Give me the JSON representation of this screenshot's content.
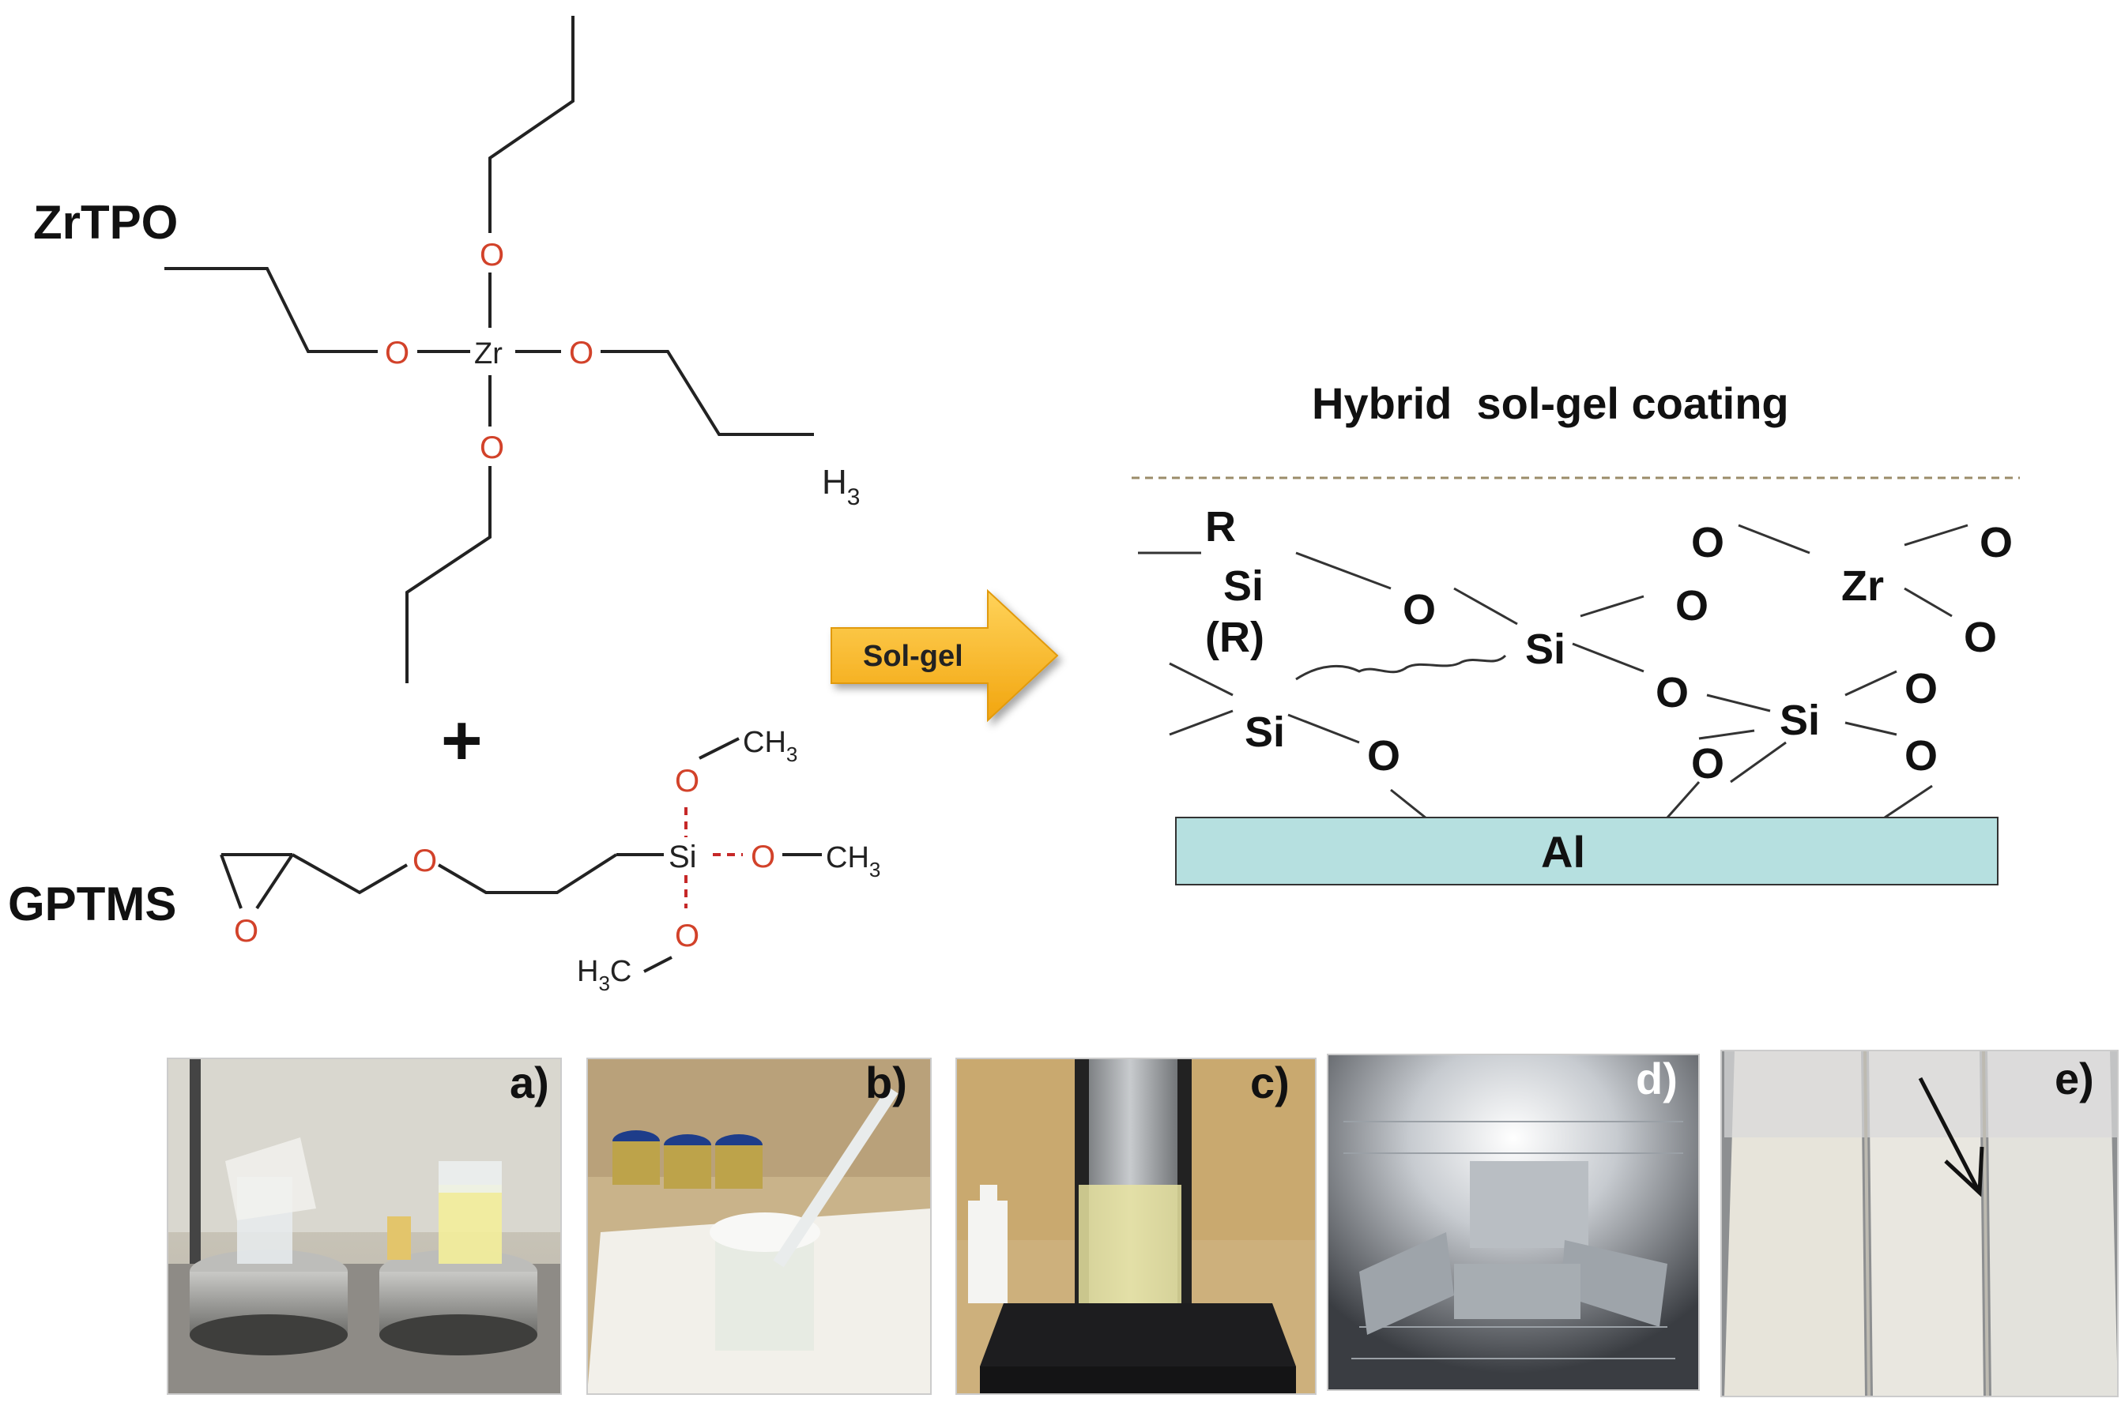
{
  "top": {
    "zrtpo_label": "ZrTPO",
    "gptms_label": "GPTMS",
    "plus": "+",
    "o": "O",
    "zr_atom": "Zr",
    "si_atom": "Si",
    "h3": "H",
    "h3_sub": "3",
    "ch3": "CH",
    "ch3_sub": "3",
    "h3c": "H",
    "h3c_sub": "3",
    "h3c_c": "C"
  },
  "arrow": {
    "label": "Sol-gel",
    "color": "#f7b21a"
  },
  "coating": {
    "title": "Hybrid  sol-gel coating",
    "R": "R",
    "R_paren": "(R)",
    "si": "Si",
    "o": "O",
    "zr": "Zr",
    "substrate": "Al",
    "substrate_color": "#b6e0e0"
  },
  "photos": {
    "a": "a)",
    "b": "b)",
    "c": "c)",
    "d": "d)",
    "e": "e)"
  }
}
